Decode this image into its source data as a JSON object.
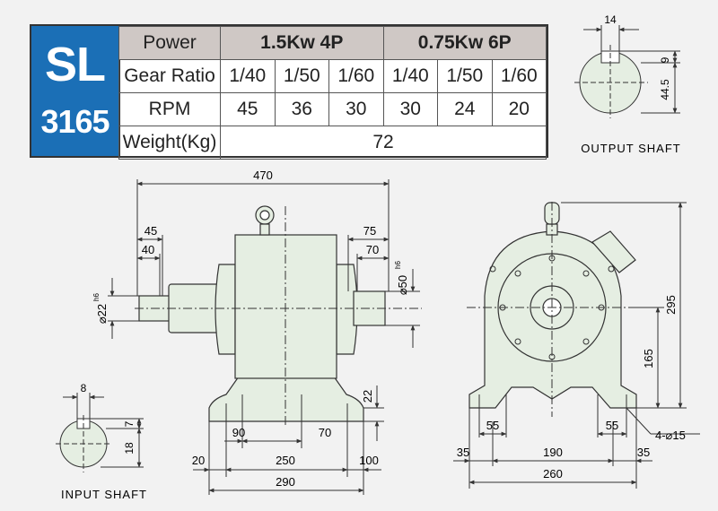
{
  "model": {
    "series": "SL",
    "number": "3165"
  },
  "table": {
    "power_label": "Power",
    "power_1": "1.5Kw  4P",
    "power_2": "0.75Kw  6P",
    "ratio_label": "Gear Ratio",
    "ratios": [
      "1/40",
      "1/50",
      "1/60",
      "1/40",
      "1/50",
      "1/60"
    ],
    "rpm_label": "RPM",
    "rpms": [
      "45",
      "36",
      "30",
      "30",
      "24",
      "20"
    ],
    "weight_label": "Weight(Kg)",
    "weight": "72"
  },
  "labels": {
    "output_shaft": "OUTPUT  SHAFT",
    "input_shaft": "INPUT  SHAFT"
  },
  "dims": {
    "out_key_w": "14",
    "out_key_h": "9",
    "out_dia_half": "44.5",
    "overall_len": "470",
    "d45": "45",
    "d40": "40",
    "d75": "75",
    "d70_top": "70",
    "out_dia": "⌀50",
    "out_dia_tol": "h6",
    "in_dia": "⌀22",
    "in_dia_tol": "h6",
    "d22": "22",
    "d90": "90",
    "d70_bot": "70",
    "d20": "20",
    "d250": "250",
    "d100": "100",
    "d290": "290",
    "height": "295",
    "center_h": "165",
    "d55_l": "55",
    "d55_r": "55",
    "holes": "4-⌀15",
    "d35_l": "35",
    "d190": "190",
    "d35_r": "35",
    "d260": "260",
    "in_key_w": "8",
    "in_key_h": "7",
    "in_dia_half": "18"
  },
  "colors": {
    "body": "#e5eee2",
    "model_bg": "#1b6fb6",
    "header": "#cfc8c5"
  }
}
